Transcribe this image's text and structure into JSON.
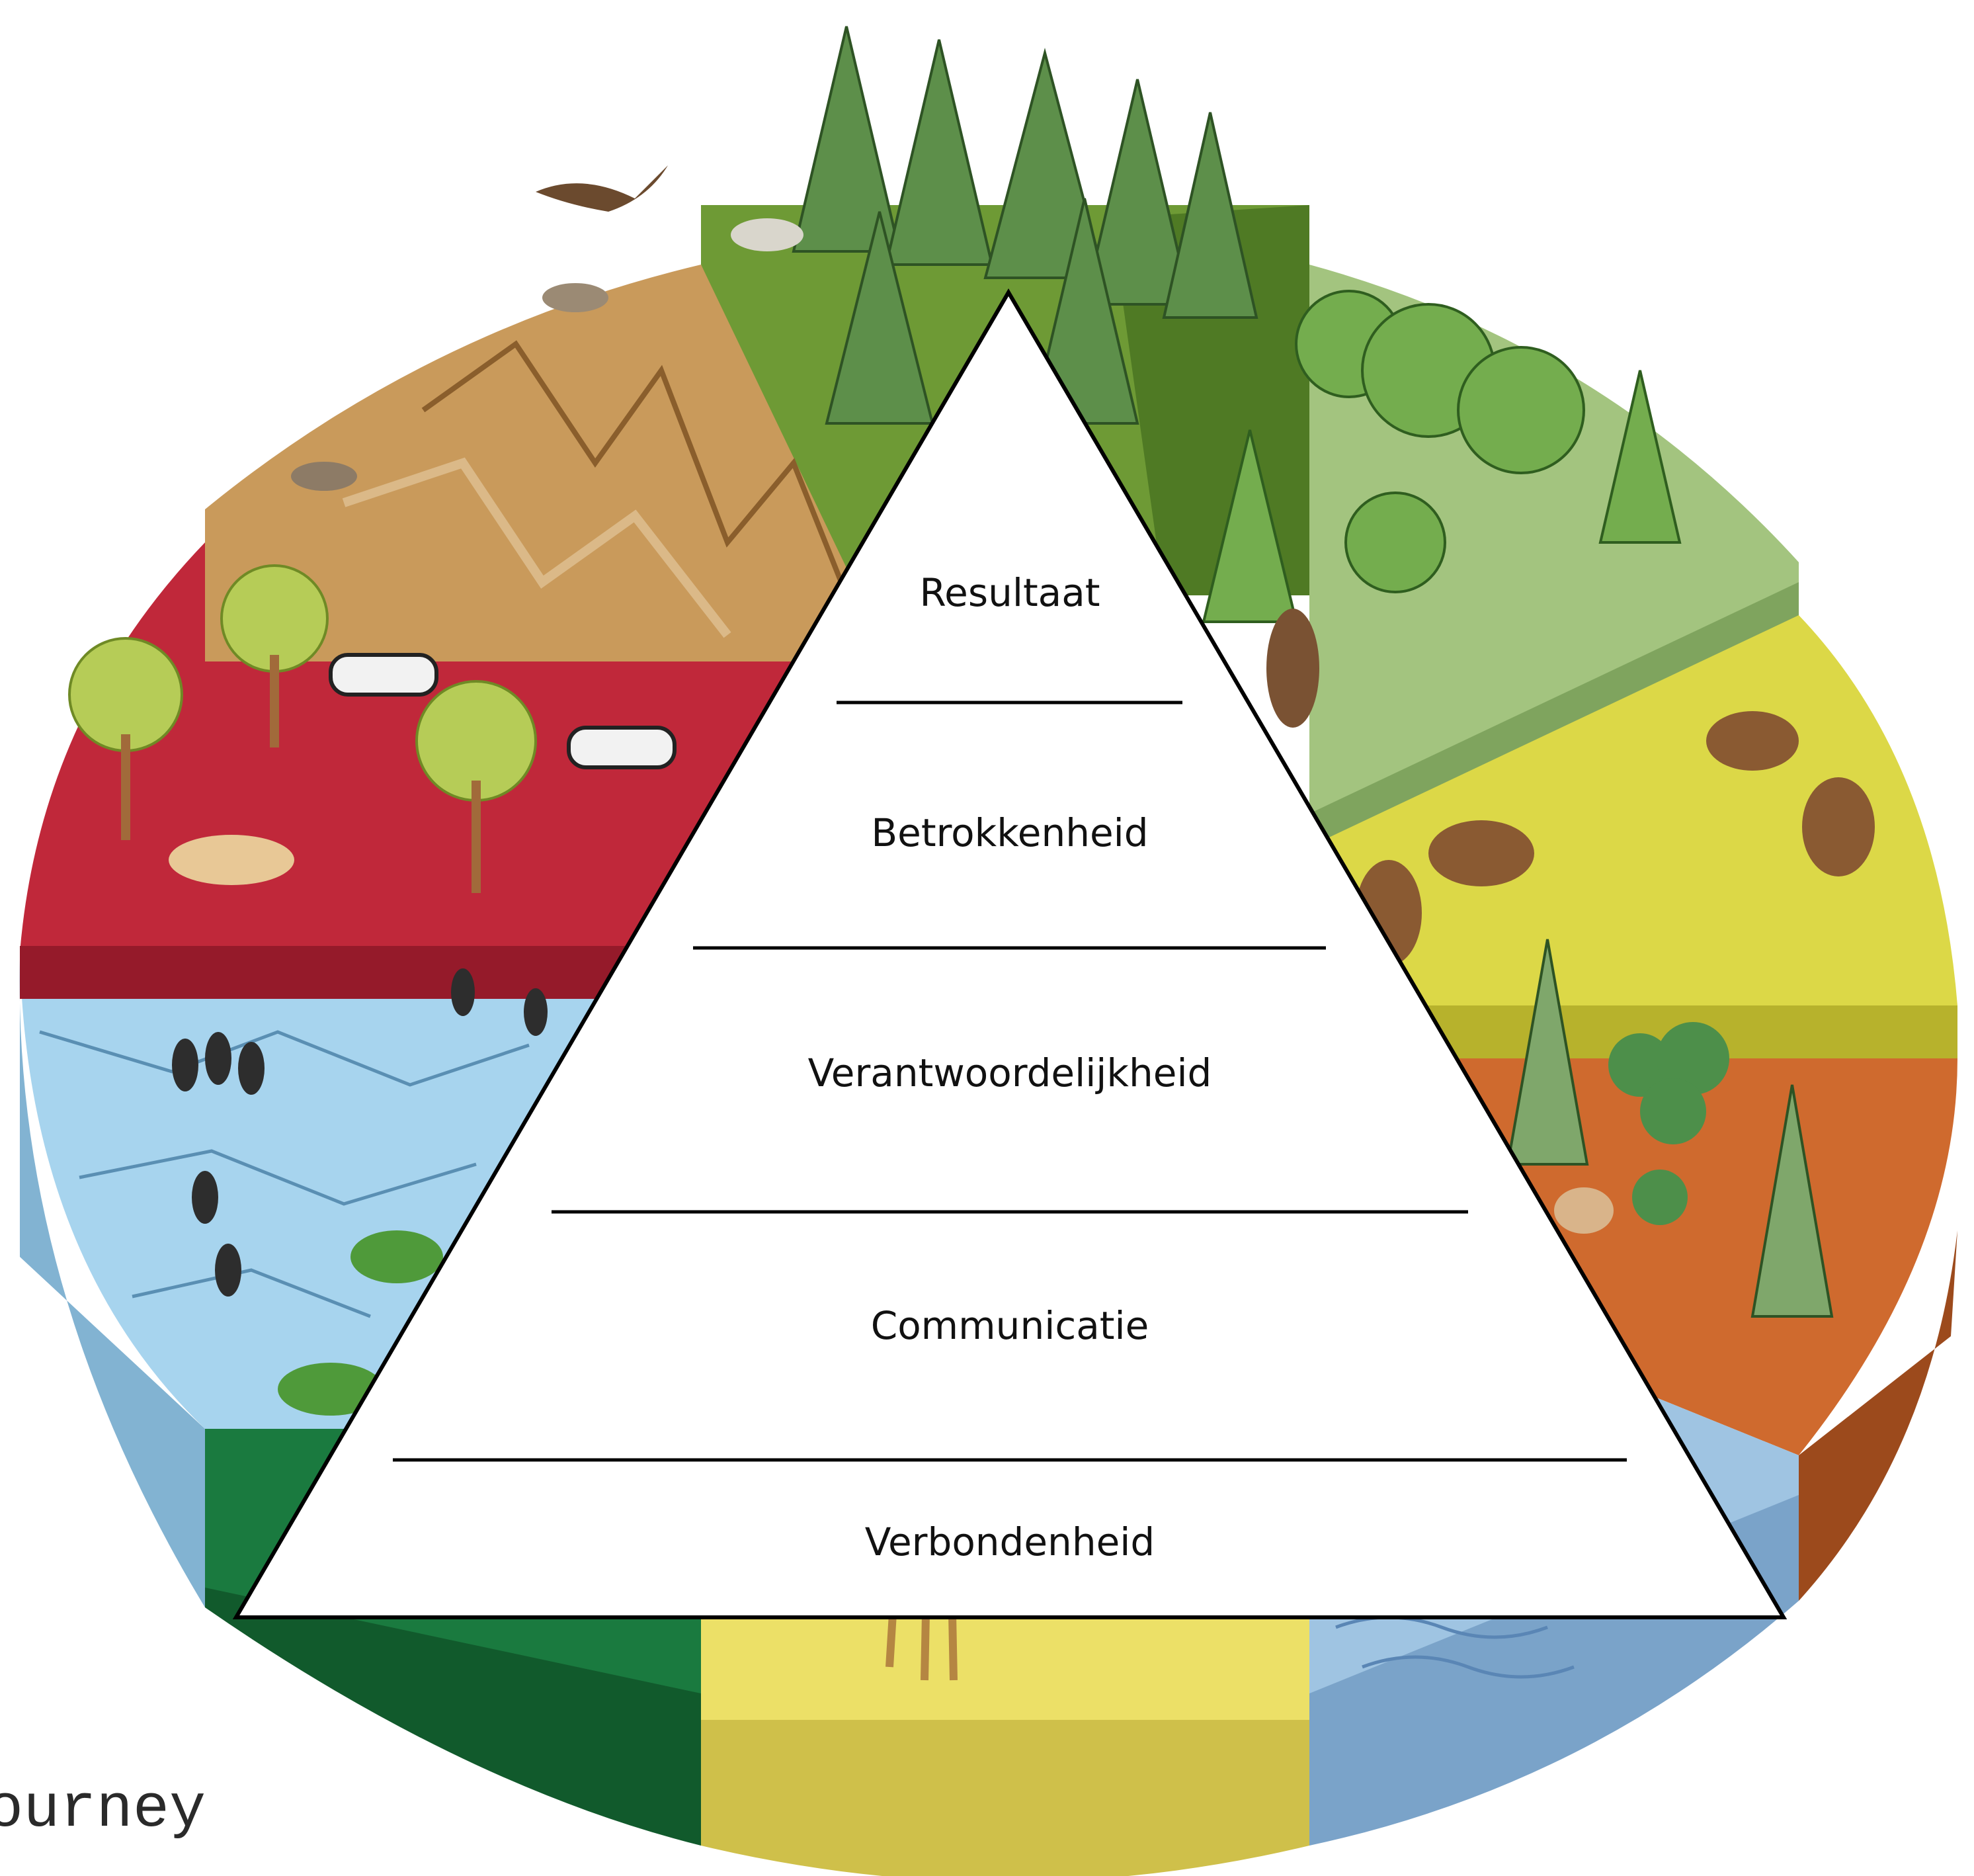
{
  "colors": {
    "mountain": "#c99a5b",
    "mountain_side": "#a9783f",
    "conifer_forest": "#6e9a35",
    "conifer_forest_side": "#4f7a24",
    "broadleaf_forest": "#a3c47f",
    "broadleaf_forest_side": "#7fa45e",
    "grassland": "#dcd847",
    "grassland_side": "#b7b22c",
    "shrubland": "#cf6a2e",
    "shrubland_side": "#9c4a1c",
    "ocean": "#9fc4e2",
    "ocean_side": "#7aa3c9",
    "desert": "#ece067",
    "desert_side": "#cfc04a",
    "rainforest": "#1a7a3f",
    "rainforest_side": "#115a2c",
    "polar": "#a7d4ee",
    "polar_side": "#82b3d2",
    "savanna": "#c0283a",
    "savanna_side": "#951a2a",
    "pyramid_fill": "#ffffff",
    "pyramid_stroke": "#000000"
  },
  "pyramid": {
    "levels": [
      {
        "label": "Resultaat"
      },
      {
        "label": "Betrokkenheid"
      },
      {
        "label": "Verantwoordelijkheid"
      },
      {
        "label": "Communicatie"
      },
      {
        "label": "Verbondenheid"
      }
    ]
  },
  "watermark": {
    "text": "ourney"
  }
}
